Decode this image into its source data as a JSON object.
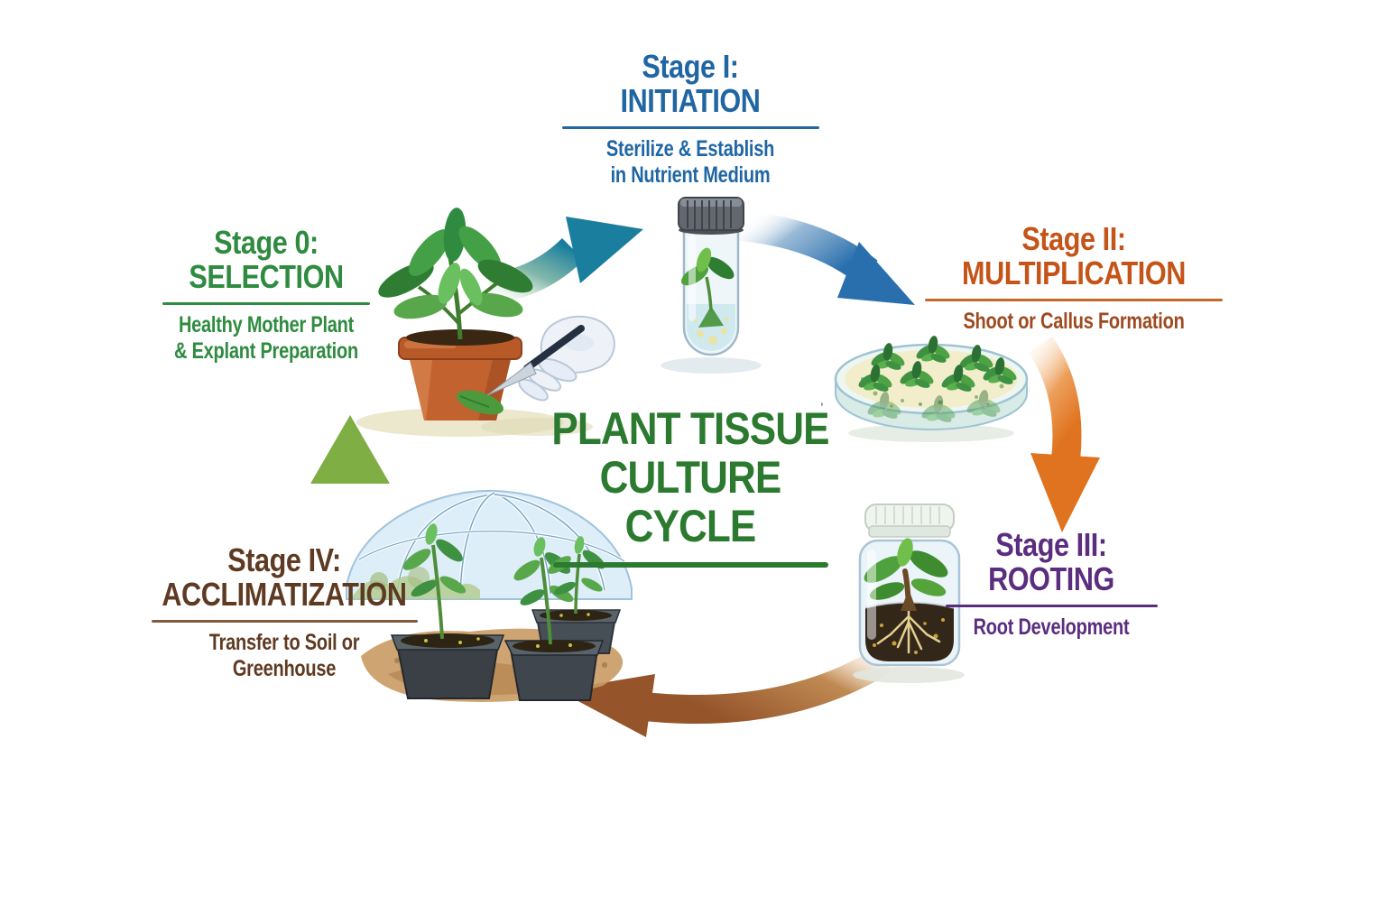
{
  "background_color": "#ffffff",
  "title": {
    "line1": "PLANT TISSUE",
    "line2": "CULTURE CYCLE",
    "color": "#2b7a2f"
  },
  "stages": [
    {
      "key": "stage-0",
      "heading": "Stage 0:",
      "name": "SELECTION",
      "subtitle_line1": "Healthy Mother Plant",
      "subtitle_line2": "& Explant Preparation",
      "color": "#2e8b3f",
      "subtitle_color": "#2e8b3f",
      "underline_color": "#2e8b3f",
      "illustration": "potted-mother-plant-with-scalpel-icon"
    },
    {
      "key": "stage-1",
      "heading": "Stage I:",
      "name": "INITIATION",
      "subtitle_line1": "Sterilize & Establish",
      "subtitle_line2": "in Nutrient Medium",
      "color": "#1f66a3",
      "subtitle_color": "#1f66a3",
      "underline_color": "#1f66a3",
      "illustration": "culture-test-tube-icon"
    },
    {
      "key": "stage-2",
      "heading": "Stage II:",
      "name": "MULTIPLICATION",
      "subtitle_line1": "Shoot or Callus Formation",
      "subtitle_line2": "",
      "color": "#c45417",
      "subtitle_color": "#9e4a20",
      "underline_color": "#c4672a",
      "illustration": "petri-dish-shoots-icon"
    },
    {
      "key": "stage-3",
      "heading": "Stage III:",
      "name": "ROOTING",
      "subtitle_line1": "Root Development",
      "subtitle_line2": "",
      "color": "#5b2d7e",
      "subtitle_color": "#5b2d7e",
      "underline_color": "#5b2d7e",
      "illustration": "rooting-jar-icon"
    },
    {
      "key": "stage-4",
      "heading": "Stage IV:",
      "name": "ACCLIMATIZATION",
      "subtitle_line1": "Transfer to Soil or Greenhouse",
      "subtitle_line2": "",
      "color": "#5f3a22",
      "subtitle_color": "#5f3a22",
      "underline_color": "#7d5c42",
      "illustration": "greenhouse-seedling-trays-icon"
    }
  ],
  "arrows": [
    {
      "name": "arrow-selection-to-initiation",
      "from": "stage-0",
      "to": "stage-1",
      "color": "#1a7e9e"
    },
    {
      "name": "arrow-initiation-to-multiplication",
      "from": "stage-1",
      "to": "stage-2",
      "color": "#2a6fad"
    },
    {
      "name": "arrow-multiplication-to-rooting",
      "from": "stage-2",
      "to": "stage-3",
      "color": "#e0731f"
    },
    {
      "name": "arrow-rooting-to-acclimatization",
      "from": "stage-3",
      "to": "stage-4",
      "color": "#95542a"
    },
    {
      "name": "arrow-acclimatization-to-selection",
      "from": "stage-4",
      "to": "stage-0",
      "color": "#7fae45"
    }
  ]
}
